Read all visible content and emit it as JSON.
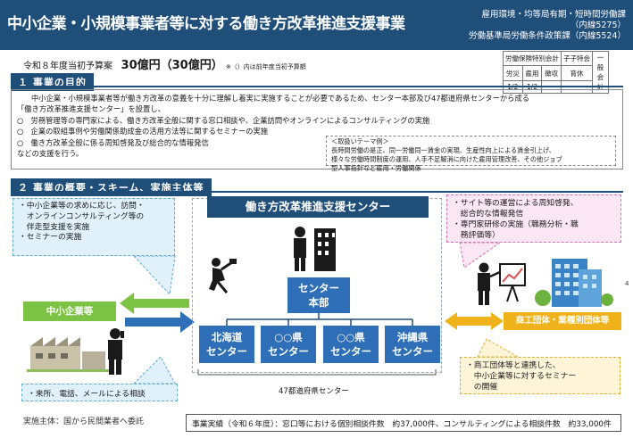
{
  "header": {
    "title": "中小企業・小規模事業者等に対する働き方改革推進支援事業",
    "dept_line1": "雇用環境・均等局有期・短時間労働課",
    "dept_line2": "（内線5275）",
    "dept_line3": "労働基準局労働条件政策課（内線5524）"
  },
  "budget": {
    "label": "令和８年度当初予算案",
    "amount": "30億円（30億円）",
    "note": "※（）内は前年度当初予算額"
  },
  "account_table": {
    "row1": [
      "労働保険特別会計",
      "子子特会",
      "一般会計"
    ],
    "row2": [
      "労災",
      "雇用",
      "徴収",
      "育休"
    ],
    "row3": [
      "1/2",
      "1/2",
      "",
      ""
    ]
  },
  "section1": {
    "heading": "１ 事業の目的",
    "lines": [
      "中小企業・小規模事業者等が働き方改革の意義を十分に理解し着実に実施することが必要であるため、センター本部及び47都道府県センターから成る",
      "「働き方改革推進支援センター」を設置し、",
      "○　労務管理等の専門家による、働き方改革全般に関する窓口相談や、企業訪問やオンラインによるコンサルティングの実施",
      "○　企業の取組事例や労働関係助成金の活用方法等に関するセミナーの実施",
      "○　働き方改革全般に係る周知啓発及び総合的な情報発信",
      "などの支援を行う。"
    ],
    "theme_box": {
      "title": "＜取扱いテーマ例＞",
      "line1": "長時間労働の是正、同一労働同一賃金の実現、生産性向上による賃金引上げ、",
      "line2": "様々な労働時間制度の運用、人手不足解消に向けた雇用管理改善、その他ジョブ",
      "line3": "型人事指針など雇用・労働関係"
    }
  },
  "section2": {
    "heading": "２ 事業の概要・スキーム、実施主体等",
    "left_callout": [
      "・中小企業等の求めに応じ、訪問・",
      "　オンラインコンサルティング等の",
      "　伴走型支援を実施",
      "・セミナーの実施"
    ],
    "left_bottom_callout": "・来所、電話、メールによる相談",
    "center_title": "働き方改革推進支援センター",
    "hq_label1": "センター",
    "hq_label2": "本部",
    "prefectures": [
      {
        "l1": "北海道",
        "l2": "センター"
      },
      {
        "l1": "○○県",
        "l2": "センター"
      },
      {
        "l1": "○○県",
        "l2": "センター"
      },
      {
        "l1": "沖縄県",
        "l2": "センター"
      }
    ],
    "prefectures_caption": "47都道府県センター",
    "sme_label": "中小企業等",
    "org_label": "商工団体・業種別団体等",
    "right_callout": [
      "・サイト等の運営による周知啓発、",
      "　総合的な情報発信",
      "・専門家研修の実施（職務分析・職",
      "　務評価等）"
    ],
    "right_bottom_callout": [
      "・商工団体等と連携した、",
      "　中小企業等に対するセミナー",
      "　の開催"
    ],
    "implementer": "実施主体：国から民間業者へ委託",
    "results": "事業実績（令和６年度）：窓口等における個別相談件数　約37,000件、コンサルティングによる相談件数　約33,000件"
  },
  "page_number": "4",
  "colors": {
    "navy": "#1f4e79",
    "blue": "#2e6fb7",
    "green": "#7cc245",
    "orange": "#f0b21b"
  }
}
